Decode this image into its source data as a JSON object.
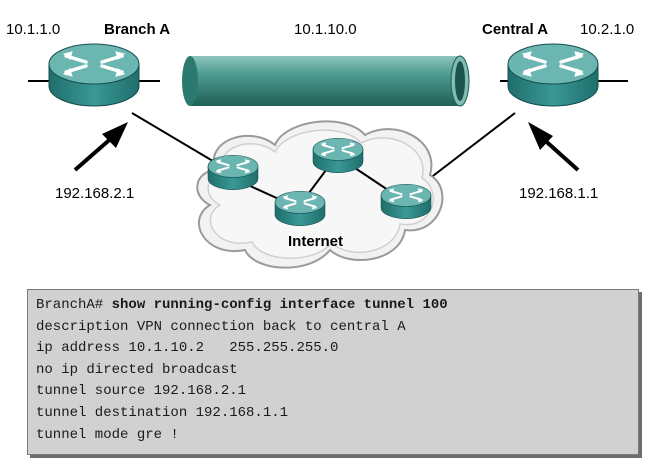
{
  "labels": {
    "net_left": "10.1.1.0",
    "branch": "Branch A",
    "tunnel_net": "10.1.10.0",
    "central": "Central A",
    "net_right": "10.2.1.0",
    "ip_left": "192.168.2.1",
    "ip_right": "192.168.1.1",
    "internet": "Internet"
  },
  "colors": {
    "router_body": "#2f8c8a",
    "router_top": "#6fb8b4",
    "tunnel": "#3a8a7d",
    "cloud_fill": "#f2f2f2",
    "cli_background": "#d1d1d1"
  },
  "icons": {
    "router": "router-icon",
    "cloud": "cloud-icon",
    "tunnel": "tunnel-icon",
    "arrow": "arrow-icon"
  },
  "cli": {
    "prompt": "BranchA# ",
    "command": "show running-config interface tunnel 100",
    "lines": [
      "description VPN connection back to central A",
      "ip address 10.1.10.2   255.255.255.0",
      "no ip directed broadcast",
      "tunnel source 192.168.2.1",
      "tunnel destination 192.168.1.1",
      "tunnel mode gre !"
    ]
  }
}
